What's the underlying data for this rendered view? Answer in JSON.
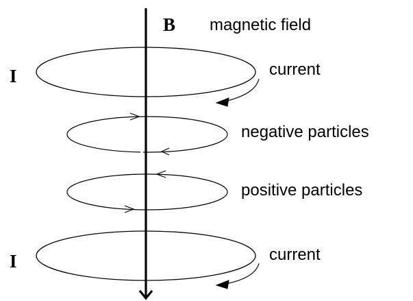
{
  "field": {
    "symbol": "B",
    "label": "magnetic field"
  },
  "coils": {
    "top": {
      "symbol": "I",
      "label": "current"
    },
    "bottom": {
      "symbol": "I",
      "label": "current"
    }
  },
  "particles": {
    "negative": {
      "label": "negative particles"
    },
    "positive": {
      "label": "positive particles"
    }
  },
  "colors": {
    "stroke": "#000000",
    "background": "#ffffff"
  }
}
